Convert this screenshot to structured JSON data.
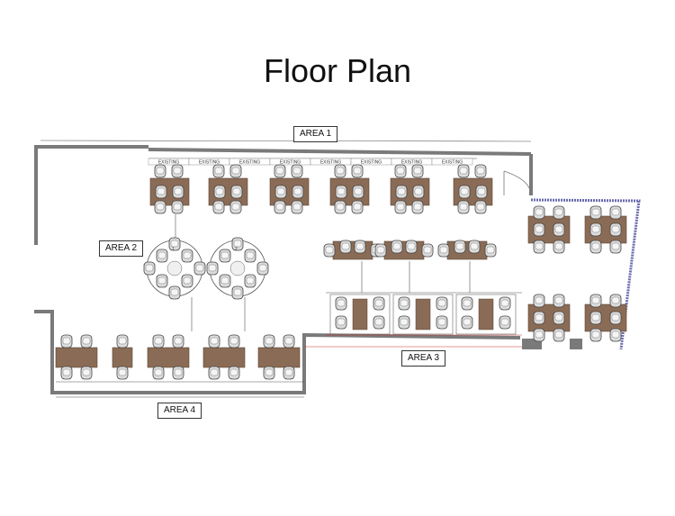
{
  "title": "Floor Plan",
  "areas": {
    "area1": "AREA 1",
    "area2": "AREA 2",
    "area3": "AREA 3",
    "area4": "AREA 4"
  },
  "existing_label": "EXISTING",
  "round_table_numbers": [
    "1",
    "2"
  ],
  "colors": {
    "wall": "#7a7a7a",
    "table_wood": "#8a6b55",
    "chair_fill": "#dcdcdc",
    "chair_stroke": "#444444",
    "window": "#6b6bb0",
    "red_line": "#cc3333"
  }
}
